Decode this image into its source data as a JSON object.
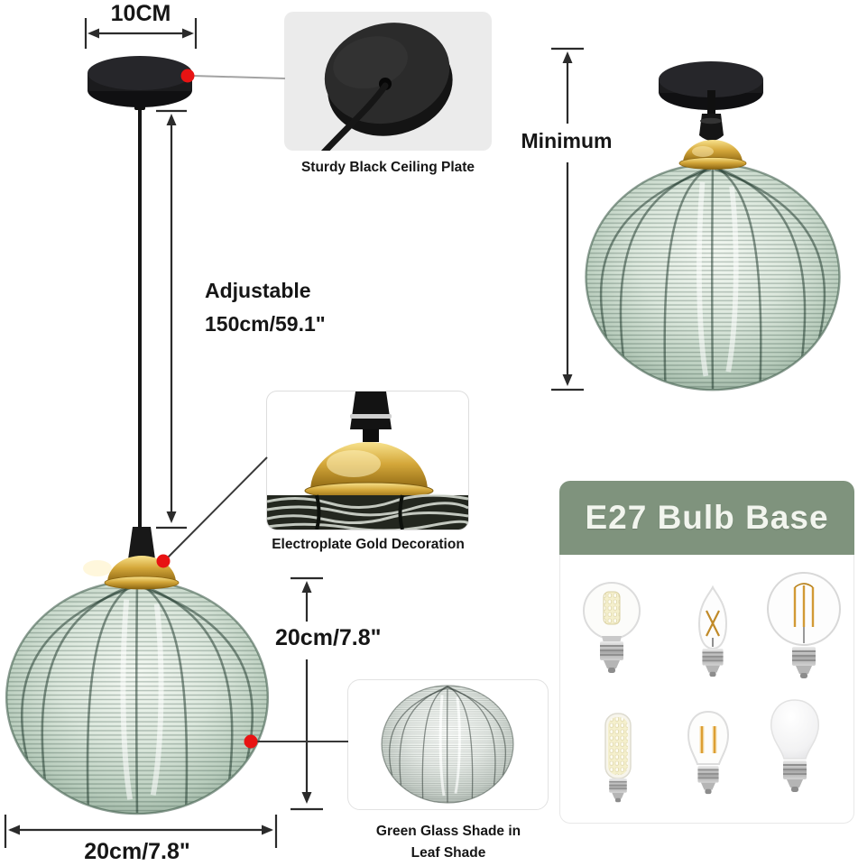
{
  "product_diagram": {
    "measurements": {
      "plate_width": "10CM",
      "adjustable_line1": "Adjustable",
      "adjustable_line2": "150cm/59.1\"",
      "minimum": "Minimum",
      "shade_height": "20cm/7.8\"",
      "shade_width": "20cm/7.8\""
    },
    "captions": {
      "ceiling_plate": "Sturdy Black Ceiling Plate",
      "gold_decoration": "Electroplate Gold Decoration",
      "glass_shade_line1": "Green Glass Shade in",
      "glass_shade_line2": "Leaf Shade"
    },
    "bulb_panel": {
      "title": "E27 Bulb Base",
      "bulbs": [
        "corn-globe-bulb-icon",
        "candle-filament-bulb-icon",
        "globe-filament-bulb-icon",
        "corn-tube-bulb-icon",
        "st-filament-bulb-icon",
        "frosted-led-bulb-icon"
      ]
    },
    "colors": {
      "background": "#ffffff",
      "panel_header_green": "#7f937d",
      "panel_title_text": "#f2f5ee",
      "red_marker": "#e81313",
      "gold": "#c79a2f",
      "glass_green": "#c6d8c9",
      "annotation": "#2b2b2b",
      "inset_gray": "#ebebeb"
    }
  }
}
